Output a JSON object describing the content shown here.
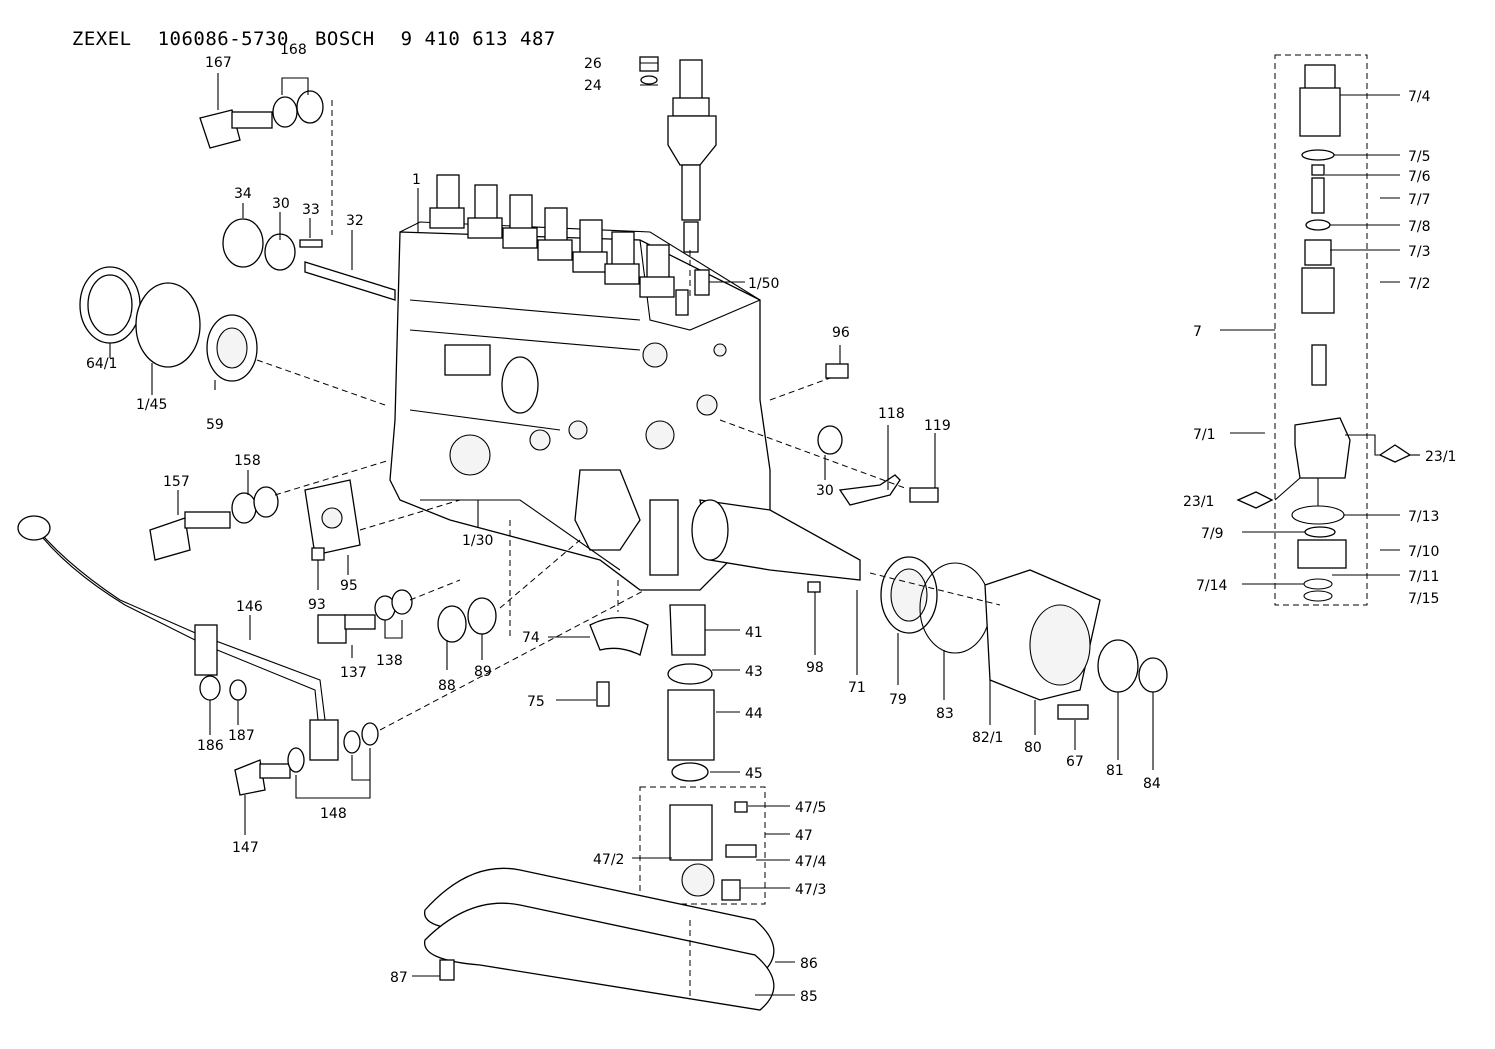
{
  "header": {
    "brand1": "ZEXEL",
    "part1": "106086-5730",
    "brand2": "BOSCH",
    "part2": "9 410 613 487"
  },
  "labels": [
    "167",
    "168",
    "26",
    "24",
    "34",
    "30",
    "33",
    "32",
    "1",
    "1/50",
    "64/1",
    "1/45",
    "59",
    "96",
    "118",
    "119",
    "30",
    "157",
    "158",
    "1/30",
    "95",
    "93",
    "137",
    "138",
    "88",
    "89",
    "74",
    "41",
    "43",
    "44",
    "75",
    "45",
    "98",
    "71",
    "79",
    "83",
    "82/1",
    "80",
    "67",
    "81",
    "84",
    "146",
    "186",
    "187",
    "147",
    "148",
    "47/5",
    "47",
    "47/4",
    "47/2",
    "47/3",
    "86",
    "85",
    "87",
    "7/4",
    "7/5",
    "7/6",
    "7/7",
    "7/8",
    "7/3",
    "7/2",
    "7",
    "7/1",
    "23/1",
    "23/1",
    "7/13",
    "7/9",
    "7/10",
    "7/11",
    "7/14",
    "7/15"
  ]
}
